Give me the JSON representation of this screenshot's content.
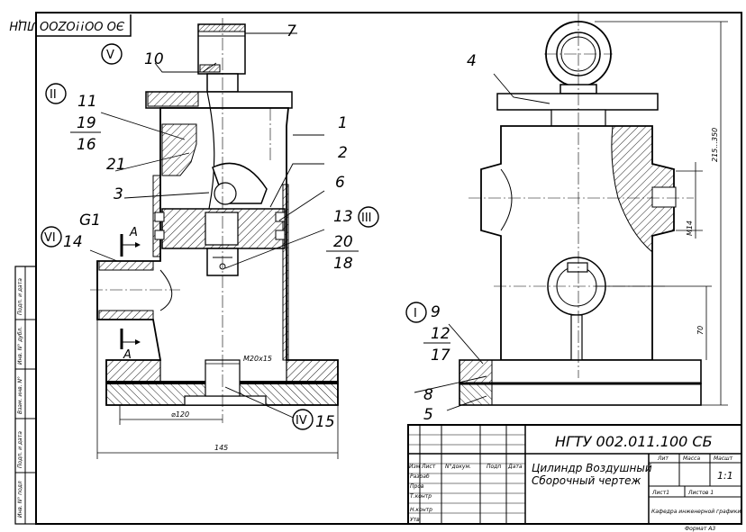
{
  "stamp_code": "ЭО ОО!!ОZОО ЛЦН",
  "title_block": {
    "designation": "НГТУ  002.011.100  СБ",
    "name_line1": "Цилиндр  Воздушный",
    "name_line2": "Сборочный  чертеж",
    "headers": {
      "lit": "Лит",
      "mass": "Масса",
      "scale": "Масшт"
    },
    "scale_value": "1:1",
    "sheet": "Лист1",
    "sheets": "Листов  1",
    "org": "Кафедра  инженерной  графики",
    "format": "Формат  А3",
    "rev_headers": [
      "Изм",
      "Лист",
      "N°докум.",
      "Подп",
      "Дата"
    ],
    "roles": [
      "Разраб",
      "Пров",
      "Т.контр",
      "Н.контр",
      "Утв"
    ]
  },
  "side_stamp": [
    "Инв. N° подл",
    "Подп. и дата",
    "Взам. инв. N°",
    "Инв. N° дубл.",
    "Подп. и дата"
  ],
  "balloons": [
    "1",
    "2",
    "3",
    "4",
    "5",
    "6",
    "7",
    "8",
    "9",
    "10",
    "11",
    "12",
    "13",
    "14",
    "15",
    "16",
    "17",
    "18",
    "19",
    "20",
    "21"
  ],
  "roman_marks": [
    "I",
    "II",
    "III",
    "IV",
    "V",
    "VI"
  ],
  "letters": {
    "g1": "G1",
    "section_a": "А"
  },
  "dimensions": {
    "pipe": "М20х15",
    "dia": "⌀120",
    "width": "145",
    "height": "215...350",
    "thread": "М14",
    "h70": "70"
  }
}
